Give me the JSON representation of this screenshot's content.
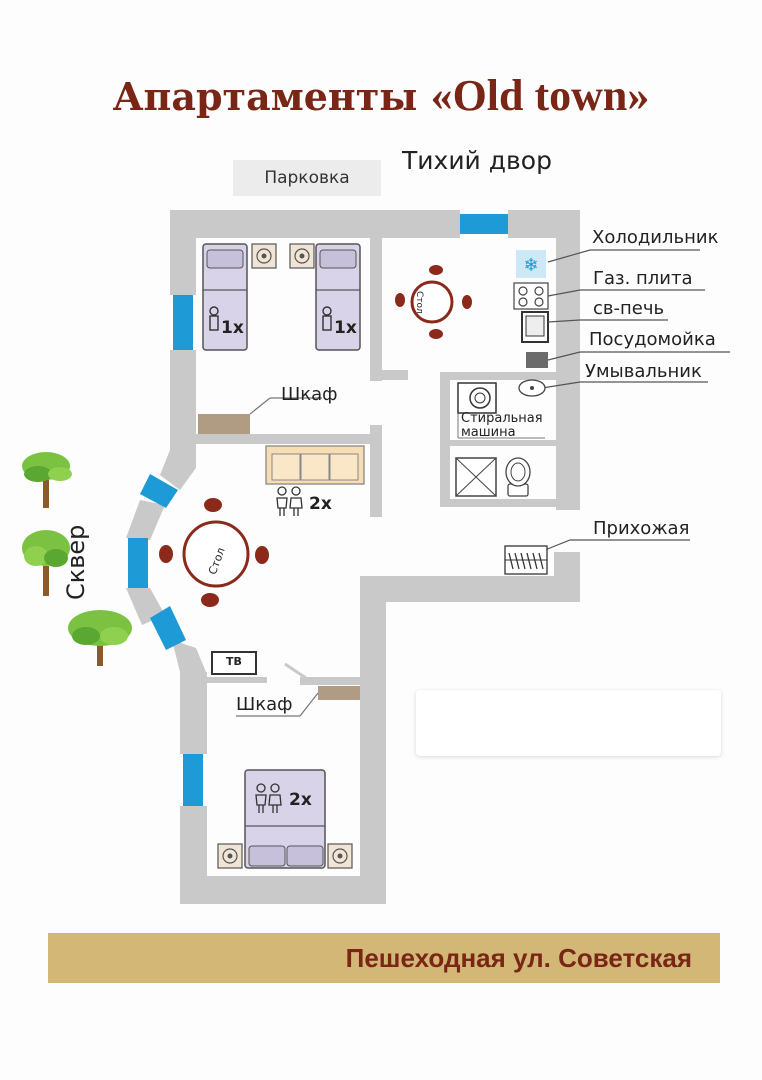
{
  "title": {
    "prefix": "Апартаменты",
    "name": "«Old town»"
  },
  "labels": {
    "parking": "Парковка",
    "quiet_yard": "Тихий двор",
    "fridge": "Холодильник",
    "gas_stove": "Газ. плита",
    "microwave": "св-печь",
    "dishwasher": "Посудомойка",
    "sink": "Умывальник",
    "washing_machine_1": "Стиральная",
    "washing_machine_2": "машина",
    "wardrobe_top": "Шкаф",
    "wardrobe_bottom": "Шкаф",
    "hallway": "Прихожая",
    "square": "Сквер",
    "tv": "ТВ",
    "table_top": "Стол",
    "table_living": "Стол",
    "bed1_capacity": "1x",
    "bed2_capacity": "1x",
    "sofa_capacity": "2x",
    "bed3_capacity": "2x"
  },
  "street": "Пешеходная ул. Советская",
  "colors": {
    "title": "#7a2616",
    "wall": "#c9c9c9",
    "window": "#1e9ad6",
    "furniture_bed": "#d8d3e8",
    "sofa": "#f6ddb4",
    "table": "#8b2a1a",
    "wardrobe": "#b09c83",
    "street_band": "#d3b777"
  }
}
